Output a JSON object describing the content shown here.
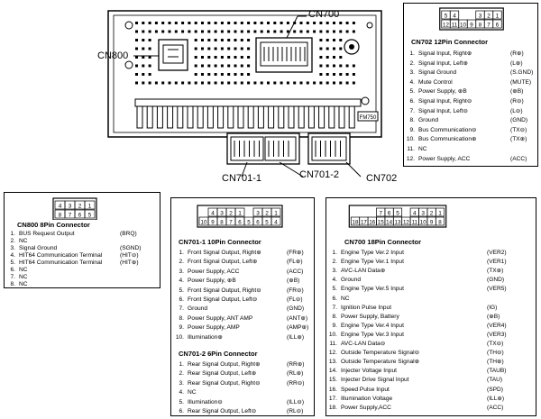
{
  "unit_callouts": {
    "cn700": "CN700",
    "cn800": "CN800",
    "cn701_1": "CN701-1",
    "cn701_2": "CN701-2",
    "cn702": "CN702"
  },
  "cn702": {
    "title": "CN702   12Pin Connector",
    "face_top": [
      "5",
      "4",
      "",
      "",
      "3",
      "2",
      "1"
    ],
    "face_bottom": [
      "12",
      "11",
      "10",
      "9",
      "8",
      "7",
      "6"
    ],
    "pins": [
      {
        "no": "1.",
        "desc": "Signal Input, Right⊕",
        "code": "(R⊕)"
      },
      {
        "no": "2.",
        "desc": "Signal Input, Left⊕",
        "code": "(L⊕)"
      },
      {
        "no": "3.",
        "desc": "Signal Ground",
        "code": "(S.GND)"
      },
      {
        "no": "4.",
        "desc": "Mute Control",
        "code": "(MUTE)"
      },
      {
        "no": "5.",
        "desc": "Power Supply, ⊕B",
        "code": "(⊕B)"
      },
      {
        "no": "6.",
        "desc": "Signal Input, Right⊖",
        "code": "(R⊖)"
      },
      {
        "no": "7.",
        "desc": "Signal Input, Left⊖",
        "code": "(L⊖)"
      },
      {
        "no": "8.",
        "desc": "Ground",
        "code": "(GND)"
      },
      {
        "no": "9.",
        "desc": "Bus Communication⊖",
        "code": "(TX⊖)"
      },
      {
        "no": "10.",
        "desc": "Bus Communication⊕",
        "code": "(TX⊕)"
      },
      {
        "no": "11.",
        "desc": "NC",
        "code": ""
      },
      {
        "no": "12.",
        "desc": "Power Supply, ACC",
        "code": "(ACC)"
      }
    ]
  },
  "cn800": {
    "title": "CN800   8Pin Connector",
    "face_top": [
      "4",
      "3",
      "2",
      "1"
    ],
    "face_bottom": [
      "8",
      "7",
      "6",
      "5"
    ],
    "pins": [
      {
        "no": "1.",
        "desc": "BUS Request Output",
        "code": "(BRQ)"
      },
      {
        "no": "2.",
        "desc": "NC",
        "code": ""
      },
      {
        "no": "3.",
        "desc": "Signal Ground",
        "code": "(SGND)"
      },
      {
        "no": "4.",
        "desc": "HIT64 Communication Terminal",
        "code": "(HIT⊖)"
      },
      {
        "no": "5.",
        "desc": "HIT64 Communication Terminal",
        "code": "(HIT⊕)"
      },
      {
        "no": "6.",
        "desc": "NC",
        "code": ""
      },
      {
        "no": "7.",
        "desc": "NC",
        "code": ""
      },
      {
        "no": "8.",
        "desc": "NC",
        "code": ""
      }
    ]
  },
  "cn701": {
    "face_top": [
      "4",
      "3",
      "2",
      "1",
      "",
      "3",
      "2",
      "1"
    ],
    "face_bottom": [
      "10",
      "9",
      "8",
      "7",
      "6",
      "5",
      "6",
      "5",
      "4"
    ],
    "title_1": "CN701-1   10Pin Connector",
    "pins_1": [
      {
        "no": "1.",
        "desc": "Front Signal Output, Right⊕",
        "code": "(FR⊕)"
      },
      {
        "no": "2.",
        "desc": "Front Signal Output, Left⊕",
        "code": "(FL⊕)"
      },
      {
        "no": "3.",
        "desc": "Power Supply, ACC",
        "code": "(ACC)"
      },
      {
        "no": "4.",
        "desc": "Power Supply, ⊕B",
        "code": "(⊕B)"
      },
      {
        "no": "5.",
        "desc": "Front Signal Output, Right⊖",
        "code": "(FR⊖)"
      },
      {
        "no": "6.",
        "desc": "Front Signal Output, Left⊖",
        "code": "(FL⊖)"
      },
      {
        "no": "7.",
        "desc": "Ground",
        "code": "(GND)"
      },
      {
        "no": "8.",
        "desc": "Power Supply, ANT AMP",
        "code": "(ANT⊕)"
      },
      {
        "no": "9.",
        "desc": "Power Supply, AMP",
        "code": "(AMP⊕)"
      },
      {
        "no": "10.",
        "desc": "Illumination⊕",
        "code": "(ILL⊕)"
      }
    ],
    "title_2": "CN701-2   6Pin Connector",
    "pins_2": [
      {
        "no": "1.",
        "desc": "Rear Signal Output, Right⊕",
        "code": "(RR⊕)"
      },
      {
        "no": "2.",
        "desc": "Rear Signal Output, Left⊕",
        "code": "(RL⊕)"
      },
      {
        "no": "3.",
        "desc": "Rear Signal Output, Right⊖",
        "code": "(RR⊖)"
      },
      {
        "no": "4.",
        "desc": "NC",
        "code": ""
      },
      {
        "no": "5.",
        "desc": "Illumination⊖",
        "code": "(ILL⊖)"
      },
      {
        "no": "6.",
        "desc": "Rear Signal Output, Left⊖",
        "code": "(RL⊖)"
      }
    ]
  },
  "cn700": {
    "title": "CN700   18Pin Connector",
    "face_top": [
      "7",
      "6",
      "5",
      "",
      "4",
      "3",
      "2",
      "1"
    ],
    "face_bottom": [
      "18",
      "17",
      "16",
      "15",
      "14",
      "13",
      "12",
      "11",
      "10",
      "9",
      "8"
    ],
    "pins": [
      {
        "no": "1.",
        "desc": "Engine Type Ver.2 Input",
        "code": "(VER2)"
      },
      {
        "no": "2.",
        "desc": "Engine Type Ver.1 Input",
        "code": "(VER1)"
      },
      {
        "no": "3.",
        "desc": "AVC-LAN Data⊕",
        "code": "(TX⊕)"
      },
      {
        "no": "4.",
        "desc": "Ground",
        "code": "(GND)"
      },
      {
        "no": "5.",
        "desc": "Engine Type Ver.5 Input",
        "code": "(VER5)"
      },
      {
        "no": "6.",
        "desc": "NC",
        "code": ""
      },
      {
        "no": "7.",
        "desc": "Ignition Pulse Input",
        "code": "(IG)"
      },
      {
        "no": "8.",
        "desc": "Power Supply, Battery",
        "code": "(⊕B)"
      },
      {
        "no": "9.",
        "desc": "Engine Type Ver.4 Input",
        "code": "(VER4)"
      },
      {
        "no": "10.",
        "desc": "Engine Type Ver.3 Input",
        "code": "(VER3)"
      },
      {
        "no": "11.",
        "desc": "AVC-LAN Data⊖",
        "code": "(TX⊖)"
      },
      {
        "no": "12.",
        "desc": "Outside Temperature Signal⊖",
        "code": "(TH⊖)"
      },
      {
        "no": "13.",
        "desc": "Outside Temperature Signal⊕",
        "code": "(TH⊕)"
      },
      {
        "no": "14.",
        "desc": "Injecter Voltage Input",
        "code": "(TAUB)"
      },
      {
        "no": "15.",
        "desc": "Injecter Drive Signal Input",
        "code": "(TAU)"
      },
      {
        "no": "16.",
        "desc": "Speed Pulse Input",
        "code": "(SPD)"
      },
      {
        "no": "17.",
        "desc": "Illumination Voltage",
        "code": "(ILL⊕)"
      },
      {
        "no": "18.",
        "desc": "Power Supply,ACC",
        "code": "(ACC)"
      }
    ]
  },
  "unit_label": "FM750"
}
